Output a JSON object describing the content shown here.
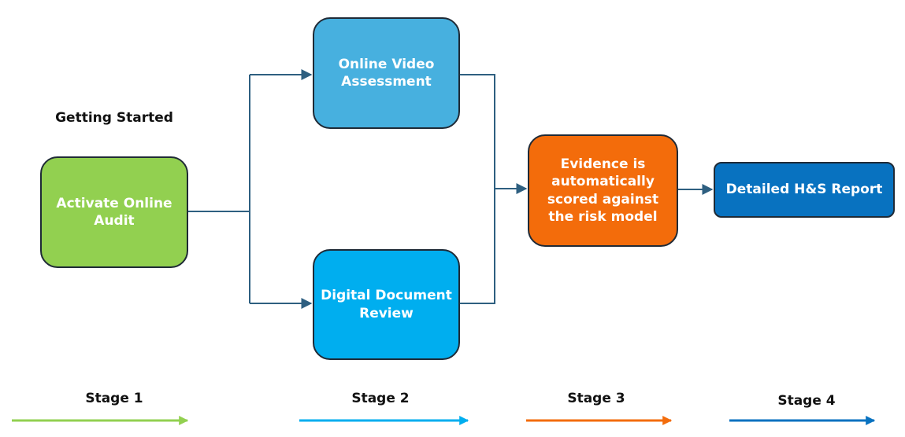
{
  "diagram": {
    "heading": "Getting Started",
    "boxes": {
      "activate": "Activate Online Audit",
      "video": "Online Video Assessment",
      "document": "Digital Document Review",
      "evidence": "Evidence is automatically scored against the risk model",
      "report": "Detailed H&S Report"
    },
    "stages": [
      {
        "label": "Stage 1",
        "color": "#92d050"
      },
      {
        "label": "Stage 2",
        "color": "#00aeef"
      },
      {
        "label": "Stage 3",
        "color": "#f36c0b"
      },
      {
        "label": "Stage 4",
        "color": "#0872c0"
      }
    ],
    "connector_color": "#2e5f80"
  }
}
